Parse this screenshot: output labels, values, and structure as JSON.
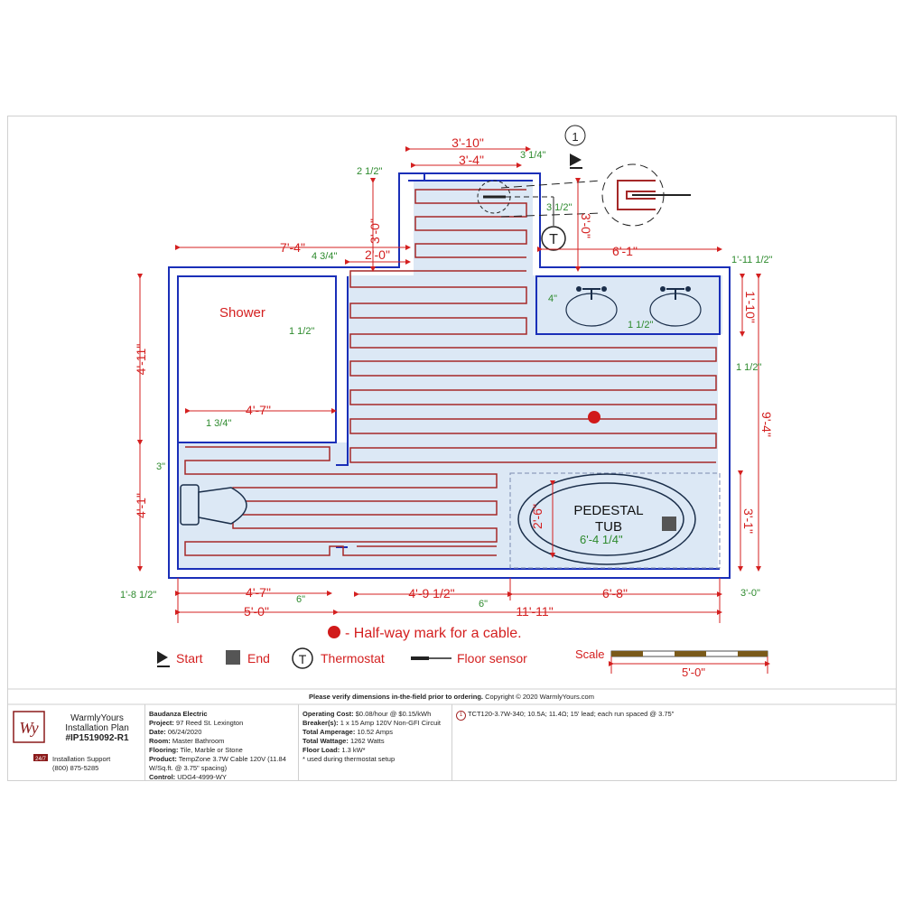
{
  "plan": {
    "room_label": "Shower",
    "tub_label_line1": "PEDESTAL",
    "tub_label_line2": "TUB",
    "sensor_callout": "1"
  },
  "dimensions_red": {
    "top_3_10": "3'-10\"",
    "top_3_4": "3'-4\"",
    "v_3_0_left": "3'-0\"",
    "v_3_0_right": "3'-0\"",
    "h_7_4": "7'-4\"",
    "h_2_0": "2'-0\"",
    "h_6_1": "6'-1\"",
    "v_4_11": "4'-11\"",
    "v_1_10": "1'-10\"",
    "v_9_4": "9'-4\"",
    "v_4_1": "4'-1\"",
    "v_3_1": "3'-1\"",
    "v_2_6": "2'-6\"",
    "h_4_7_upper": "4'-7\"",
    "h_4_7_lower": "4'-7\"",
    "h_5_0": "5'-0\"",
    "h_4_9_half": "4'-9 1/2\"",
    "h_6_8": "6'-8\"",
    "h_11_11": "11'-11\"",
    "scale_5_0": "5'-0\""
  },
  "dimensions_green": {
    "g_2_half": "2 1/2\"",
    "g_3_quarter": "3 1/4\"",
    "g_3_half": "3 1/2\"",
    "g_4_3q": "4 3/4\"",
    "g_1_11_half": "1'-11 1/2\"",
    "g_4in": "4\"",
    "g_1_half_a": "1 1/2\"",
    "g_1_half_b": "1 1/2\"",
    "g_1_half_c": "1 1/2\"",
    "g_1_3q": "1 3/4\"",
    "g_3in": "3\"",
    "g_tub_width": "6'-4 1/4\"",
    "g_1_8_half": "1'-8 1/2\"",
    "g_6in_a": "6\"",
    "g_6in_b": "6\"",
    "g_3_0": "3'-0\""
  },
  "legend": {
    "halfway": "- Half-way mark for a cable.",
    "start": "Start",
    "end": "End",
    "thermostat": "Thermostat",
    "thermostat_symbol": "T",
    "floor_sensor": "Floor sensor",
    "scale": "Scale"
  },
  "notice": {
    "verify": "Please verify dimensions in-the-field prior to ordering.",
    "copyright": "Copyright © 2020 WarmlyYours.com"
  },
  "company": {
    "logo_letters": "Wy",
    "name": "WarmlyYours",
    "plan_title": "Installation Plan",
    "plan_id": "#IP1519092-R1",
    "badge_text": "24/7",
    "support_label": "Installation Support",
    "phone": "(800) 875-5285"
  },
  "project": {
    "customer": "Baudanza Electric",
    "project_label": "Project:",
    "project": "97 Reed St. Lexington",
    "date_label": "Date:",
    "date": "06/24/2020",
    "room_label": "Room:",
    "room": "Master Bathroom",
    "flooring_label": "Flooring:",
    "flooring": "Tile, Marble or Stone",
    "product_label": "Product:",
    "product": "TempZone 3.7W Cable 120V (11.84 W/Sq.ft. @ 3.75\" spacing)",
    "control_label": "Control:",
    "control": "UDG4-4999-WY"
  },
  "electrical": {
    "cost_label": "Operating Cost:",
    "cost": "$0.08/hour @ $0.15/kWh",
    "breaker_label": "Breaker(s):",
    "breaker": "1 x 15 Amp 120V Non-GFI Circuit",
    "amperage_label": "Total Amperage:",
    "amperage": "10.52 Amps",
    "wattage_label": "Total Wattage:",
    "wattage": "1262 Watts",
    "load_label": "Floor Load:",
    "load": "1.3 kW*",
    "note": "* used during thermostat setup"
  },
  "cable": {
    "number": "1",
    "spec": "TCT120-3.7W-340; 10.5A; 11.4Ω; 15' lead; each run spaced @ 3.75\""
  },
  "colors": {
    "wall": "#1a2fb8",
    "cable": "#a52828",
    "floor_fill": "#dce8f5",
    "dimension": "#d42020",
    "spacing": "#2d8a2d"
  }
}
